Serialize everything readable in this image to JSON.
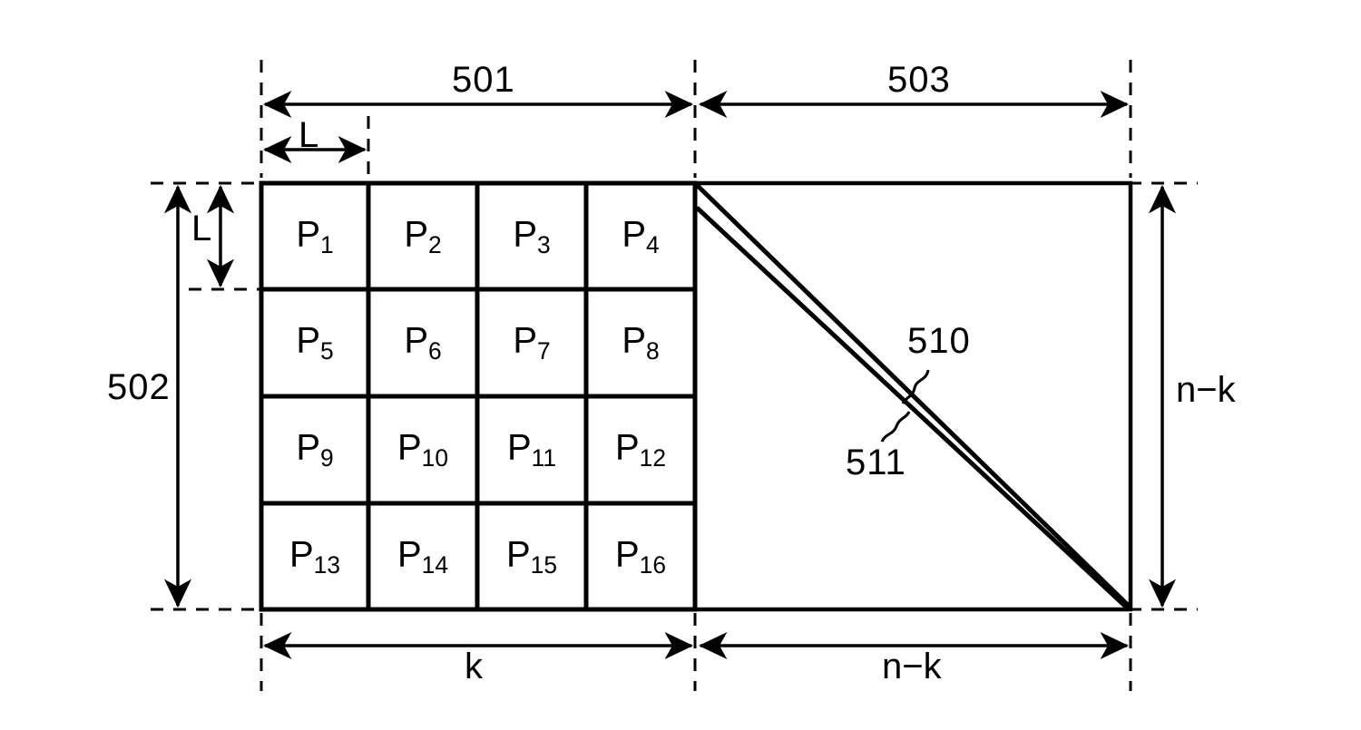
{
  "figure": {
    "type": "patent-line-drawing",
    "background_color": "#ffffff",
    "line_color": "#000000"
  },
  "reference_numerals": {
    "top_left_span": "501",
    "top_right_span": "503",
    "left_vertical_span": "502",
    "diagonal_upper": "510",
    "diagonal_lower": "511"
  },
  "dimension_symbols": {
    "cell_width": "L",
    "cell_height": "L",
    "bottom_left_span": "k",
    "bottom_right_span": "n−k",
    "right_vertical_span": "n−k"
  },
  "grid": {
    "rows": 4,
    "cols": 4,
    "cells": [
      {
        "base": "P",
        "sub": "1"
      },
      {
        "base": "P",
        "sub": "2"
      },
      {
        "base": "P",
        "sub": "3"
      },
      {
        "base": "P",
        "sub": "4"
      },
      {
        "base": "P",
        "sub": "5"
      },
      {
        "base": "P",
        "sub": "6"
      },
      {
        "base": "P",
        "sub": "7"
      },
      {
        "base": "P",
        "sub": "8"
      },
      {
        "base": "P",
        "sub": "9"
      },
      {
        "base": "P",
        "sub": "10"
      },
      {
        "base": "P",
        "sub": "11"
      },
      {
        "base": "P",
        "sub": "12"
      },
      {
        "base": "P",
        "sub": "13"
      },
      {
        "base": "P",
        "sub": "14"
      },
      {
        "base": "P",
        "sub": "15"
      },
      {
        "base": "P",
        "sub": "16"
      }
    ]
  }
}
